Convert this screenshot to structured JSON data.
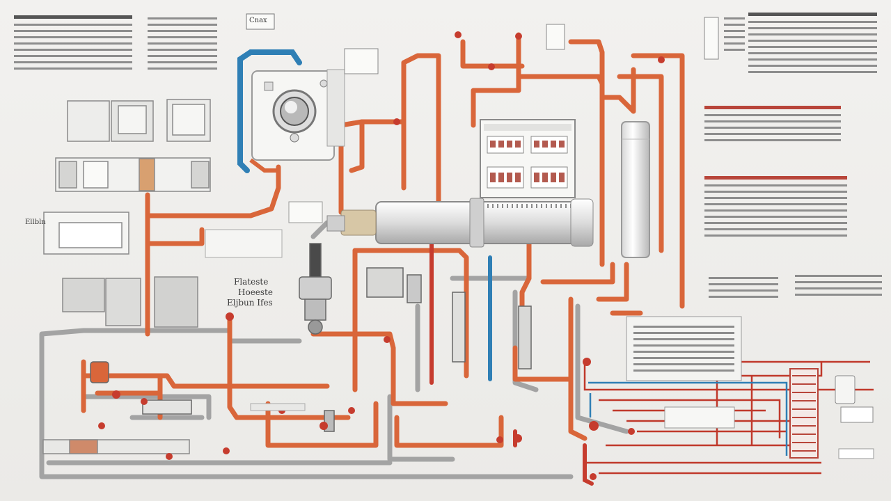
{
  "diagram": {
    "center_label": [
      "Flateste",
      "Hoeeste",
      "Eljbun Ifes"
    ],
    "small_labels": {
      "top_tag": "Cnax",
      "left_tag": "Ellbln"
    },
    "colors": {
      "copper": "#d9663a",
      "copper_dark": "#a8442a",
      "red_line": "#c0392b",
      "blue_line": "#2f7fb5",
      "gray_pipe": "#9c9c9c",
      "panel": "#f7f7f5",
      "background": "#eeedeb"
    }
  }
}
